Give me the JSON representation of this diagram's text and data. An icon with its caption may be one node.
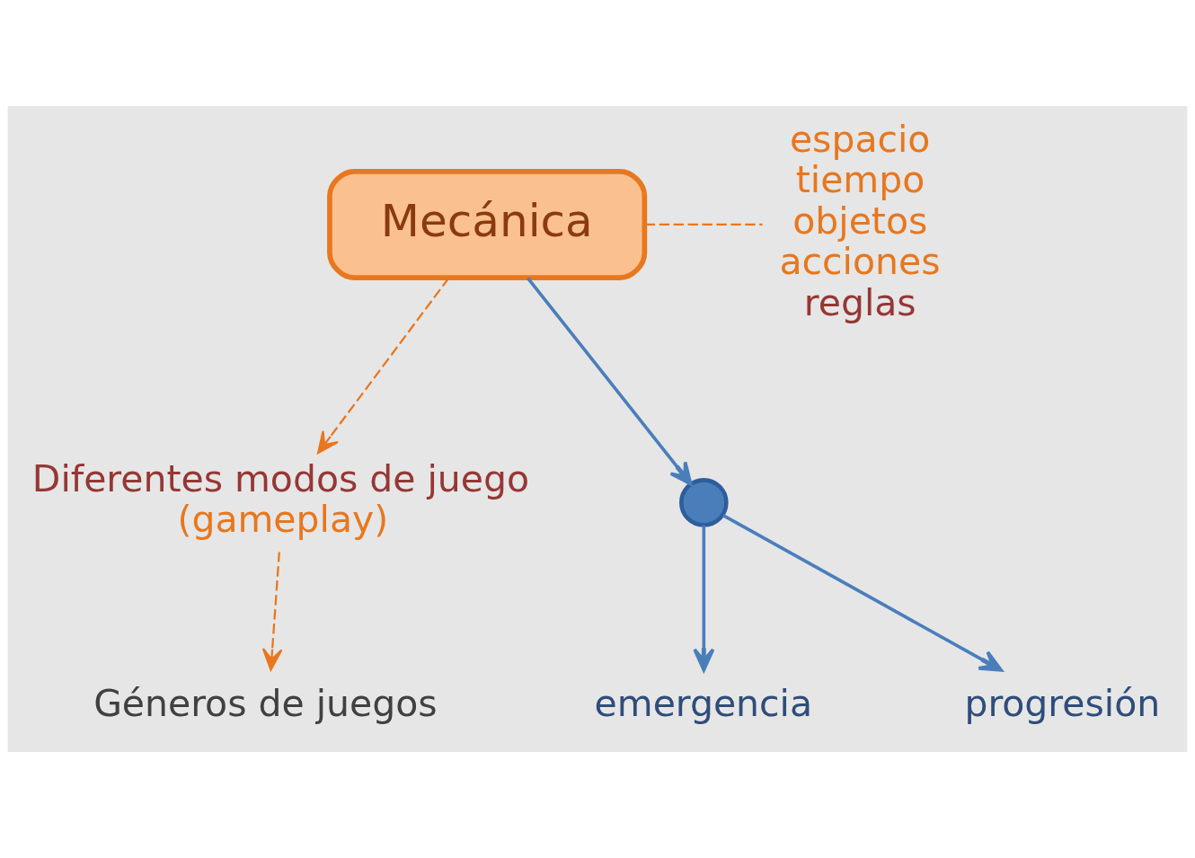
{
  "diagram": {
    "nodes": [
      {
        "text": [
          "Mecánica"
        ]
      },
      {
        "text": [
          "espacio",
          "tiempo",
          "objetos",
          "acciones",
          "reglas"
        ]
      },
      {
        "text": [
          "Diferentes modos de juego",
          "(gameplay)"
        ]
      },
      {
        "text": [
          "Géneros de juegos"
        ]
      },
      {
        "text": [],
        "shape": "circle"
      },
      {
        "text": [
          "emergencia"
        ]
      },
      {
        "text": [
          "progresión"
        ]
      }
    ],
    "edges": [
      {
        "from": 0,
        "to": 1,
        "arrow": "none",
        "style": "dashed",
        "color": "#e8771e"
      },
      {
        "from": 0,
        "to": 2,
        "arrow": "to",
        "style": "dashed",
        "color": "#e8771e"
      },
      {
        "from": 2,
        "to": 3,
        "arrow": "to",
        "style": "dashed",
        "color": "#e8771e"
      },
      {
        "from": 0,
        "to": 4,
        "arrow": "to",
        "color": "#4a7ebb"
      },
      {
        "from": 4,
        "to": 5,
        "arrow": "to",
        "color": "#4a7ebb"
      },
      {
        "from": 4,
        "to": 6,
        "arrow": "to",
        "color": "#4a7ebb"
      }
    ]
  }
}
